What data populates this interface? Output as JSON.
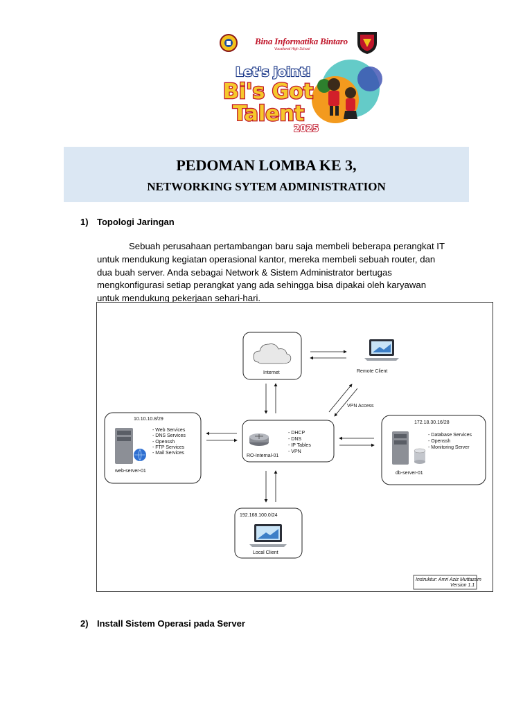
{
  "header": {
    "brand": "Bina Informatika Bintaro",
    "brand_sub": "Vocational High School",
    "poster_line1": "Let's joint!",
    "poster_line2": "Bi's Got",
    "poster_line3": "Talent",
    "poster_year": "2025"
  },
  "title": {
    "line1": "PEDOMAN LOMBA KE 3,",
    "line2": "NETWORKING SYTEM ADMINISTRATION"
  },
  "section1": {
    "number": "1)",
    "heading": "Topologi Jaringan",
    "paragraph_lines": [
      "Sebuah perusahaan pertambangan baru saja membeli beberapa perangkat IT",
      "untuk mendukung kegiatan operasional kantor, mereka membeli sebuah router, dan",
      "dua buah server. Anda sebagai Network & Sistem Administrator bertugas",
      "mengkonfigurasi setiap perangkat yang ada sehingga bisa dipakai oleh karyawan",
      "untuk mendukung pekerjaan sehari-hari."
    ]
  },
  "diagram": {
    "internet_label": "Internet",
    "remote_client_label": "Remote Client",
    "vpn_access_label": "VPN Access",
    "web_server": {
      "network": "10.10.10.8/29",
      "name": "web-server-01",
      "services": [
        "- Web Services",
        "- DNS Services",
        "- Openssh",
        "- FTP Services",
        "- Mail Services"
      ]
    },
    "router": {
      "name": "RO-Internal-01",
      "services": [
        "- DHCP",
        "- DNS",
        "- IP Tables",
        "- VPN"
      ]
    },
    "db_server": {
      "network": "172.18.30.16/28",
      "name": "db-server-01",
      "services": [
        "- Database Services",
        "- Openssh",
        "- Monitoring Server"
      ]
    },
    "local_client": {
      "network": "192.168.100.0/24",
      "name": "Local Client"
    },
    "credit_line1": "Instruktur: Amri Aziz Muttazam",
    "credit_line2": "Version 1.1"
  },
  "section2": {
    "number": "2)",
    "heading": "Install Sistem Operasi pada Server"
  }
}
